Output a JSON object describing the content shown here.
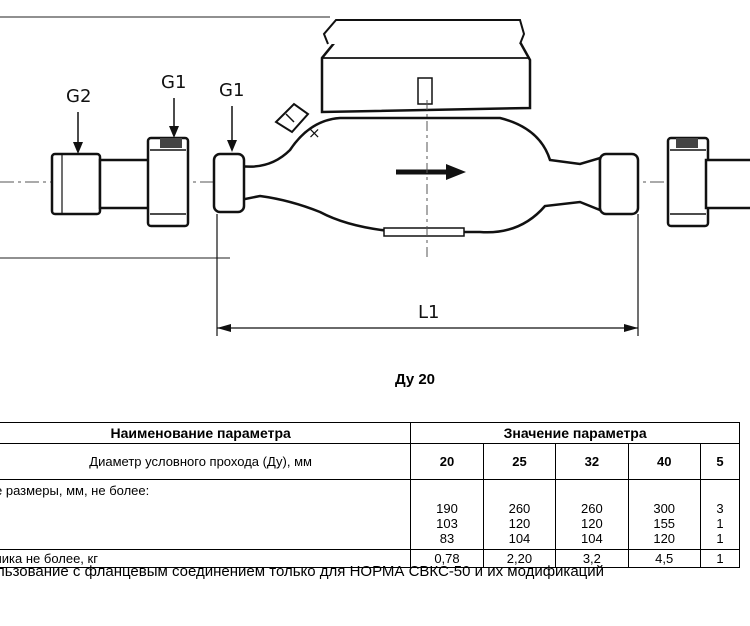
{
  "drawing": {
    "labels": {
      "g2": "G2",
      "g1_left": "G1",
      "g1_right": "G1",
      "l1": "L1"
    }
  },
  "caption": "Ду 20",
  "table": {
    "header_param": "Наименование параметра",
    "header_value": "Значение параметра",
    "row_diameter_label": "Диаметр условного прохода (Ду), мм",
    "diameters": [
      "20",
      "25",
      "32",
      "40",
      "5"
    ],
    "row_dims_label": "е размеры, мм, не более:",
    "dims": [
      [
        "190",
        "103",
        "83"
      ],
      [
        "260",
        "120",
        "104"
      ],
      [
        "260",
        "120",
        "104"
      ],
      [
        "300",
        "155",
        "120"
      ],
      [
        "3",
        "1",
        "1"
      ]
    ],
    "row_mass_label": "чика не более, кг",
    "masses": [
      "0,78",
      "2,20",
      "3,2",
      "4,5",
      "1"
    ]
  },
  "note": "льзование с фланцевым соединением только для НОРМА СВКС-50 и их модификаций"
}
